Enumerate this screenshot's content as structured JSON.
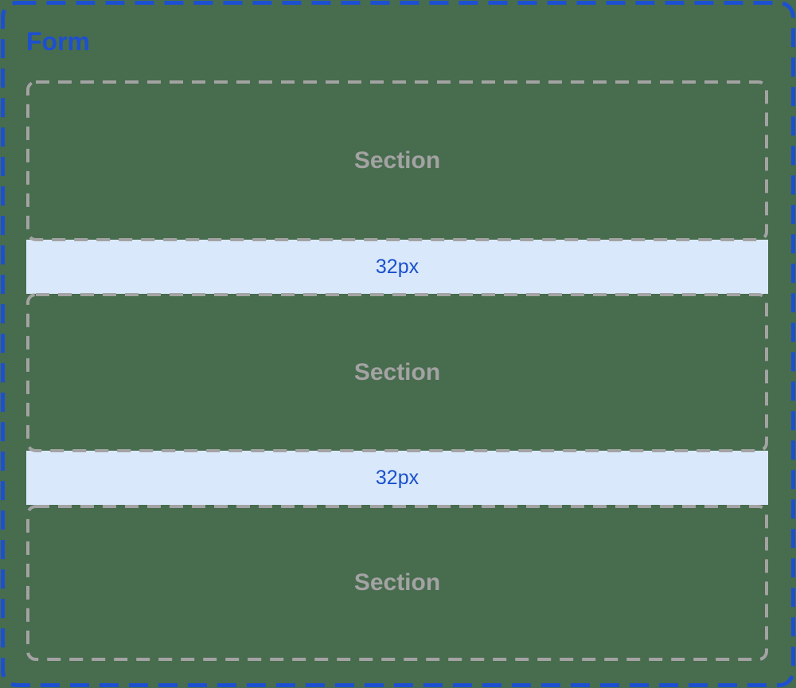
{
  "diagram": {
    "form_label": "Form",
    "sections": [
      {
        "label": "Section"
      },
      {
        "label": "Section"
      },
      {
        "label": "Section"
      }
    ],
    "spacers": [
      {
        "label": "32px"
      },
      {
        "label": "32px"
      }
    ]
  },
  "colors": {
    "canvas_background": "#486c4e",
    "form_border_blue": "#1d4fd1",
    "form_label_blue": "#1d4fd1",
    "section_border_gray": "#a3a3a3",
    "section_label_gray": "#a3a3a3",
    "spacer_background": "#d9e9fb",
    "spacer_label_blue": "#1b50cc"
  }
}
